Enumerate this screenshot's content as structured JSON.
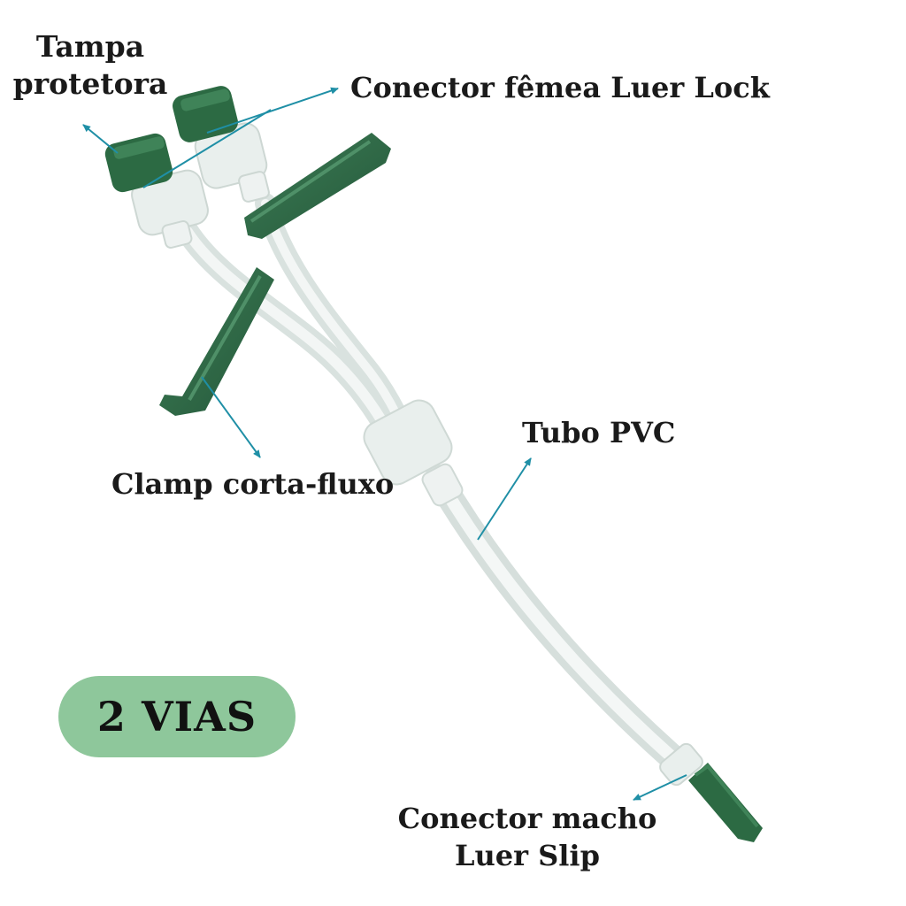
{
  "labels": {
    "tampa_line1": "Tampa",
    "tampa_line2": "protetora",
    "conector_femea": "Conector fêmea Luer Lock",
    "clamp": "Clamp corta-fluxo",
    "tubo": "Tubo PVC",
    "macho_line1": "Conector macho",
    "macho_line2": "Luer Slip"
  },
  "badge": {
    "text": "2 VIAS",
    "color": "#8ec79b"
  },
  "colors": {
    "pointer": "#1f8fa6",
    "clamp_green": "#2f6b45",
    "cap_green": "#2c6a43",
    "tube": "#e6ecea"
  }
}
